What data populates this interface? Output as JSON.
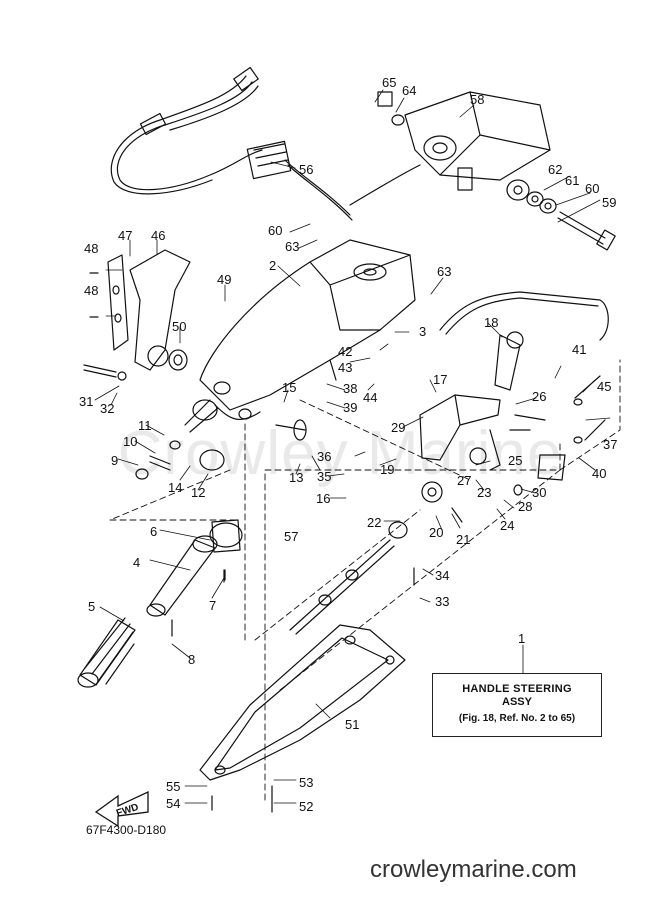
{
  "watermark": "Crowley Marine",
  "diagram_code": "67F4300-D180",
  "site": "crowleymarine.com",
  "fwd_label": "FWD",
  "assembly_box": {
    "line1": "HANDLE STEERING",
    "line2": "ASSY",
    "line3": "(Fig. 18, Ref. No. 2 to 65)"
  },
  "callouts": [
    "1",
    "2",
    "3",
    "4",
    "5",
    "6",
    "7",
    "8",
    "9",
    "10",
    "11",
    "12",
    "13",
    "14",
    "15",
    "16",
    "17",
    "18",
    "19",
    "20",
    "21",
    "22",
    "23",
    "24",
    "25",
    "26",
    "27",
    "28",
    "29",
    "30",
    "31",
    "32",
    "33",
    "34",
    "35",
    "36",
    "37",
    "38",
    "39",
    "40",
    "41",
    "42",
    "43",
    "44",
    "45",
    "46",
    "47",
    "48",
    "48",
    "49",
    "50",
    "51",
    "52",
    "53",
    "54",
    "55",
    "56",
    "57",
    "58",
    "59",
    "60",
    "60",
    "61",
    "62",
    "63",
    "63",
    "64",
    "65"
  ]
}
